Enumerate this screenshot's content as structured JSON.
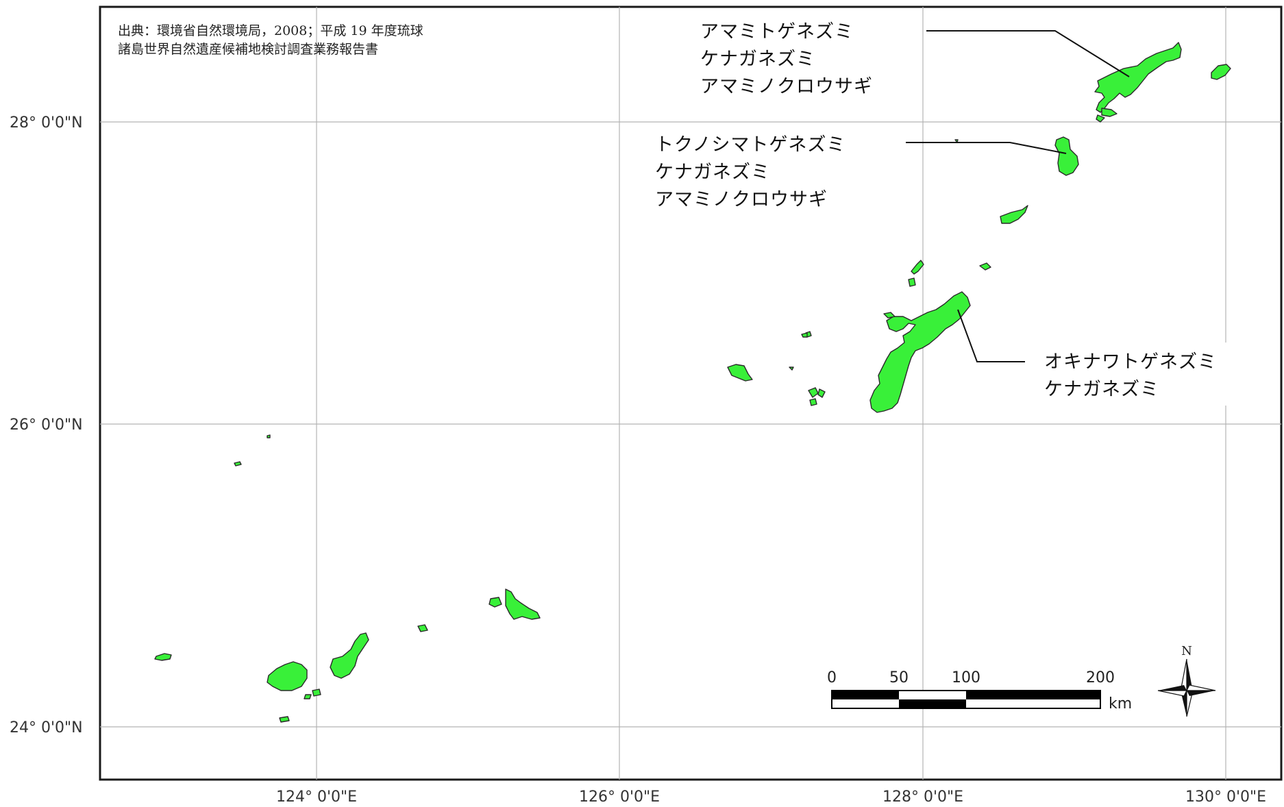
{
  "source_note": {
    "line1": "出典：環境省自然環境局，2008；平成 19 年度琉球",
    "line2": "諸島世界自然遺産候補地検討調査業務報告書"
  },
  "latitude_labels": [
    "28° 0'0\"N",
    "26° 0'0\"N",
    "24° 0'0\"N"
  ],
  "longitude_labels": [
    "124° 0'0\"E",
    "126° 0'0\"E",
    "128° 0'0\"E",
    "130° 0'0\"E"
  ],
  "species_groups": {
    "amami": [
      "アマミトゲネズミ",
      "ケナガネズミ",
      "アマミノクロウサギ"
    ],
    "tokunoshima": [
      "トクノシマトゲネズミ",
      "ケナガネズミ",
      "アマミノクロウサギ"
    ],
    "okinawa": [
      "オキナワトゲネズミ",
      "ケナガネズミ"
    ]
  },
  "scale_bar": {
    "ticks": [
      "0",
      "50",
      "100",
      "200"
    ],
    "unit": "km"
  },
  "north_arrow": {
    "label": "N"
  },
  "colors": {
    "island_fill": "#39f039",
    "grid": "#b4b4b4"
  }
}
